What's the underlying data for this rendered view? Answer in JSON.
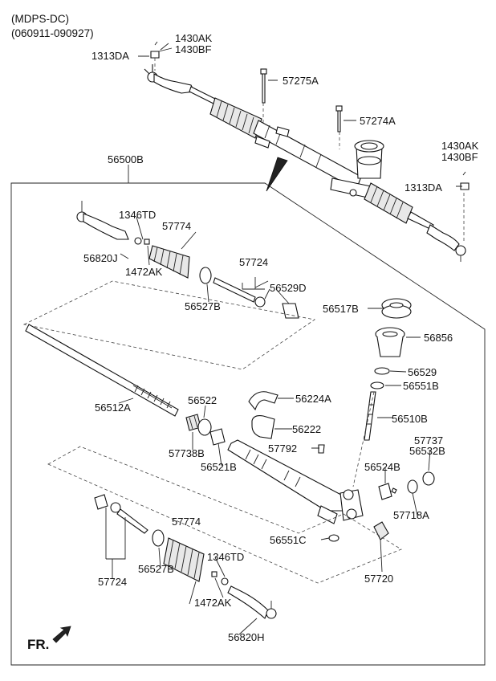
{
  "header": {
    "model": "(MDPS-DC)",
    "date_range": "(060911-090927)"
  },
  "orientation_label": "FR.",
  "callouts": {
    "c1430AK_top": "1430AK",
    "c1430BF_top": "1430BF",
    "c1313DA_top": "1313DA",
    "c57275A": "57275A",
    "c57274A": "57274A",
    "c1430AK_right": "1430AK",
    "c1430BF_right": "1430BF",
    "c1313DA_right": "1313DA",
    "c56500B": "56500B",
    "c1346TD_top": "1346TD",
    "c57774_top": "57774",
    "c56820J": "56820J",
    "c1472AK_top": "1472AK",
    "c57724_top": "57724",
    "c56529D": "56529D",
    "c56527B_top": "56527B",
    "c56517B": "56517B",
    "c56856": "56856",
    "c56529": "56529",
    "c56551B": "56551B",
    "c56522": "56522",
    "c56224A": "56224A",
    "c56512A": "56512A",
    "c56222": "56222",
    "c56510B": "56510B",
    "c57738B": "57738B",
    "c56521B": "56521B",
    "c57792": "57792",
    "c57737": "57737",
    "c56532B": "56532B",
    "c56524B": "56524B",
    "c57718A": "57718A",
    "c57774_bot": "57774",
    "c56551C": "56551C",
    "c1346TD_bot": "1346TD",
    "c56527B_bot": "56527B",
    "c57720": "57720",
    "c57724_bot": "57724",
    "c1472AK_bot": "1472AK",
    "c56820H": "56820H"
  }
}
